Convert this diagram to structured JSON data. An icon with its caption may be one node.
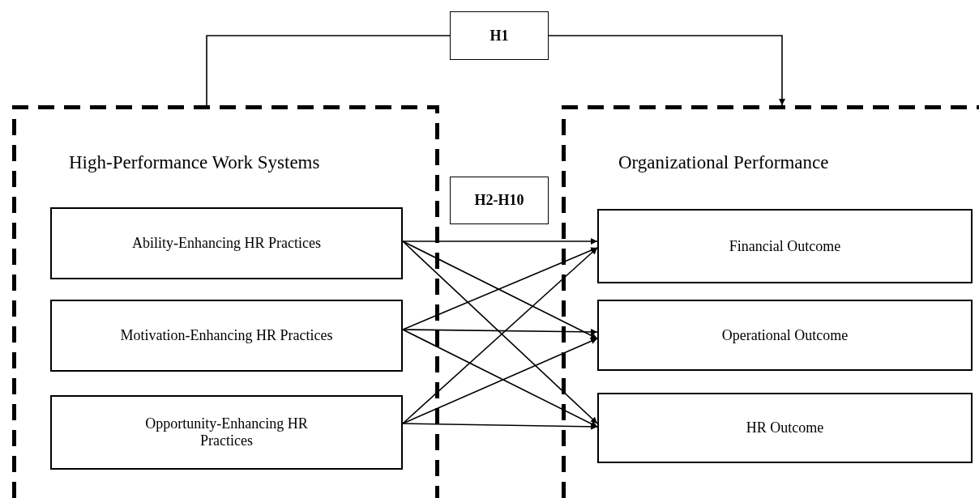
{
  "diagram": {
    "nodes": [
      {
        "text": [
          "High-Performance Work Systems"
        ]
      },
      {
        "text": [
          "Ability-Enhancing HR Practices"
        ],
        "in": 0
      },
      {
        "text": [
          "Motivation-Enhancing HR Practices"
        ],
        "in": 0
      },
      {
        "text": [
          "Opportunity-Enhancing HR Practices"
        ],
        "in": 0
      },
      {
        "text": [
          "Organizational Performance"
        ]
      },
      {
        "text": [
          "Financial Outcome"
        ],
        "in": 4
      },
      {
        "text": [
          "Operational Outcome"
        ],
        "in": 4
      },
      {
        "text": [
          "HR Outcome"
        ],
        "in": 4
      },
      {
        "text": [
          "H1"
        ]
      },
      {
        "text": [
          "H2-H10"
        ]
      }
    ],
    "edges": [
      {
        "from": 0,
        "to": 8,
        "arrow": "none"
      },
      {
        "from": 8,
        "to": 4,
        "arrow": "to"
      },
      {
        "from": 1,
        "to": 5,
        "arrow": "to"
      },
      {
        "from": 1,
        "to": 6,
        "arrow": "to"
      },
      {
        "from": 1,
        "to": 7,
        "arrow": "to"
      },
      {
        "from": 2,
        "to": 5,
        "arrow": "to"
      },
      {
        "from": 2,
        "to": 6,
        "arrow": "to"
      },
      {
        "from": 2,
        "to": 7,
        "arrow": "to"
      },
      {
        "from": 3,
        "to": 5,
        "arrow": "to"
      },
      {
        "from": 3,
        "to": 6,
        "arrow": "to"
      },
      {
        "from": 3,
        "to": 7,
        "arrow": "to"
      }
    ]
  }
}
